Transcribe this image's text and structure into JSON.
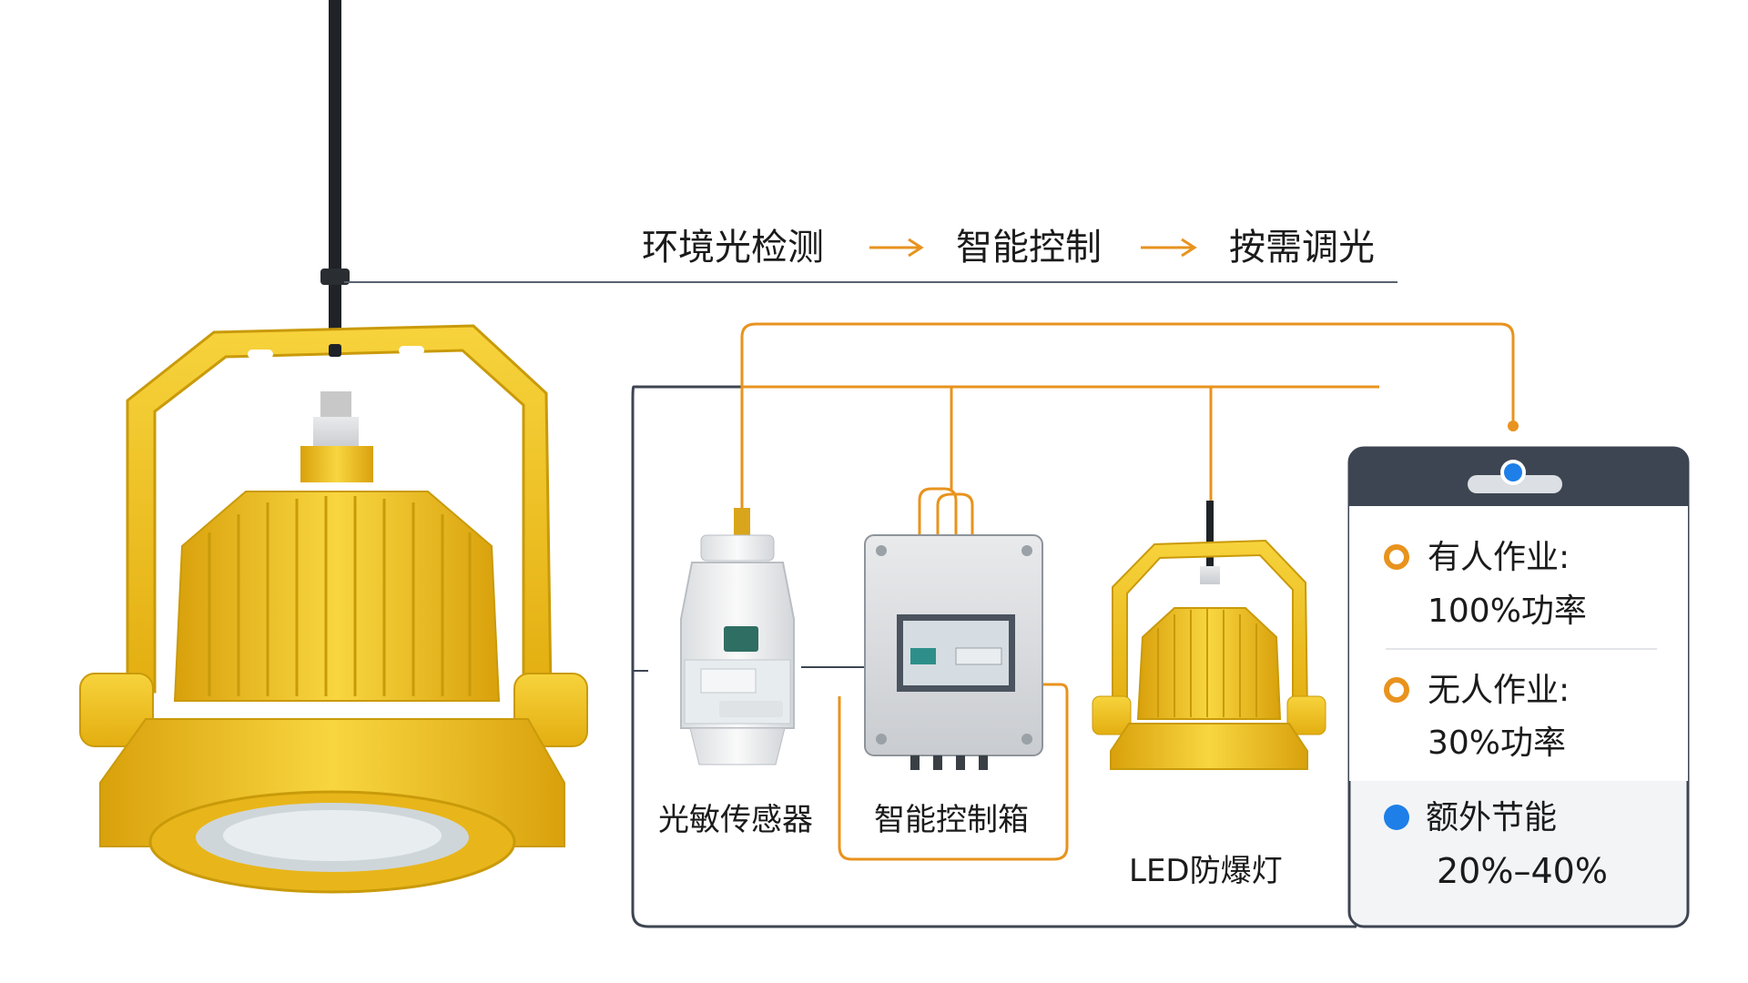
{
  "flow": {
    "step1": "环境光检测",
    "step2": "智能控制",
    "step3": "按需调光"
  },
  "components": {
    "sensor_label": "光敏传感器",
    "control_box_label": "智能控制箱",
    "lamp_label": "LED防爆灯"
  },
  "panel": {
    "mode1_title": "有人作业:",
    "mode1_value": "100%功率",
    "mode2_title": "无人作业:",
    "mode2_value": "30%功率",
    "saving_title": "额外节能",
    "saving_value": "20%–40%"
  },
  "colors": {
    "lamp_yellow": "#F2C21B",
    "accent_orange": "#E8931E",
    "dark_gray": "#3E4552",
    "blue_dot": "#1E7FE8"
  }
}
